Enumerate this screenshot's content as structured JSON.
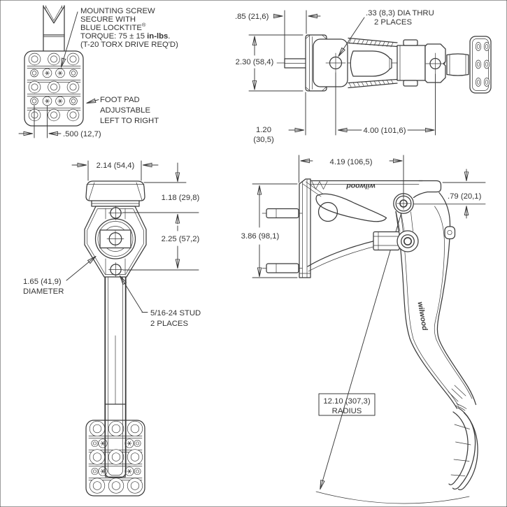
{
  "colors": {
    "line": "#3a3a3a",
    "text": "#333333",
    "background": "#ffffff"
  },
  "footpad_view": {
    "mounting_screw_note": {
      "l1": "MOUNTING SCREW",
      "l2": "SECURE WITH",
      "l3": "BLUE LOCKTITE",
      "reg": "®",
      "torque_prefix": "TORQUE: 75 ± 15 ",
      "torque_bold": "in-lbs",
      "torque_suffix": ".",
      "l5": "(T-20 TORX DRIVE REQ'D)"
    },
    "foot_pad_note": {
      "l1": "FOOT PAD",
      "l2": "ADJUSTABLE",
      "l3": "LEFT TO RIGHT"
    },
    "dim_screw_spacing": ".500 (12,7)"
  },
  "top_view": {
    "dim_pad_overhang": ".85 (21,6)",
    "dim_pad_width": "2.30 (58,4)",
    "hole_note": {
      "l1": ".33 (8,3) DIA THRU",
      "l2": "2 PLACES"
    },
    "dim_face_to_hole": {
      "l1": "1.20",
      "l2": "(30,5)"
    },
    "dim_hole_span": "4.00 (101,6)"
  },
  "front_view": {
    "dim_pad_width": "2.14 (54,4)",
    "dim_top_to_stud": "1.18 (29,8)",
    "dim_stud_span": "2.25 (57,2)",
    "boss_note": {
      "l1": "1.65 (41,9)",
      "l2": "DIAMETER"
    },
    "stud_note": {
      "l1": "5/16-24 STUD",
      "l2": "2 PLACES"
    }
  },
  "side_view": {
    "dim_depth": "4.19 (106,5)",
    "dim_pivot_drop": ".79 (20,1)",
    "dim_bracket_height": "3.86 (98,1)",
    "radius_note": {
      "l1": "12.10 (307,3)",
      "l2": "RADIUS"
    },
    "brand_logo": "wilwood"
  }
}
